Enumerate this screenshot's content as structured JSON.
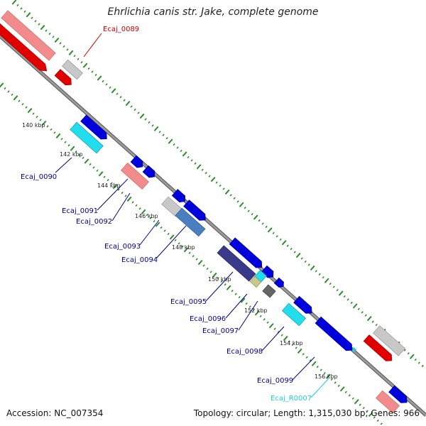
{
  "title": "Ehrlichia canis str. Jake, complete genome",
  "footer": {
    "accession": "Accession: NC_007354",
    "summary": "Topology: circular; Length: 1,315,030 bp; Genes: 966"
  },
  "colors": {
    "backbone": "#8c8c8c",
    "tick": "#2e8b2e",
    "red": "#e00000",
    "pink": "#f28b8b",
    "grey": "#c8c8c8",
    "blue": "#0000dd",
    "cyan": "#22ddee",
    "steel": "#4a7fbf",
    "navy": "#3a3a8a",
    "olive": "#c8c888",
    "darkgrey": "#666666",
    "label_blue": "#00008b",
    "label_red": "#cc0000",
    "label_cyan": "#22ccdd"
  },
  "tick_labels": [
    "140 kbp",
    "142 kbp",
    "144 kbp",
    "146 kbp",
    "148 kbp",
    "150 kbp",
    "152 kbp",
    "154 kbp",
    "156 kbp"
  ],
  "gene_labels": [
    {
      "text": "Ecaj_0089",
      "color": "label_red"
    },
    {
      "text": "Ecaj_0090",
      "color": "label_blue"
    },
    {
      "text": "Ecaj_0091",
      "color": "label_blue"
    },
    {
      "text": "Ecaj_0092",
      "color": "label_blue"
    },
    {
      "text": "Ecaj_0093",
      "color": "label_blue"
    },
    {
      "text": "Ecaj_0094",
      "color": "label_blue"
    },
    {
      "text": "Ecaj_0095",
      "color": "label_blue"
    },
    {
      "text": "Ecaj_0096",
      "color": "label_blue"
    },
    {
      "text": "Ecaj_0097",
      "color": "label_blue"
    },
    {
      "text": "Ecaj_0098",
      "color": "label_blue"
    },
    {
      "text": "Ecaj_0099",
      "color": "label_blue"
    },
    {
      "text": "Ecaj_R0007",
      "color": "label_cyan"
    }
  ]
}
